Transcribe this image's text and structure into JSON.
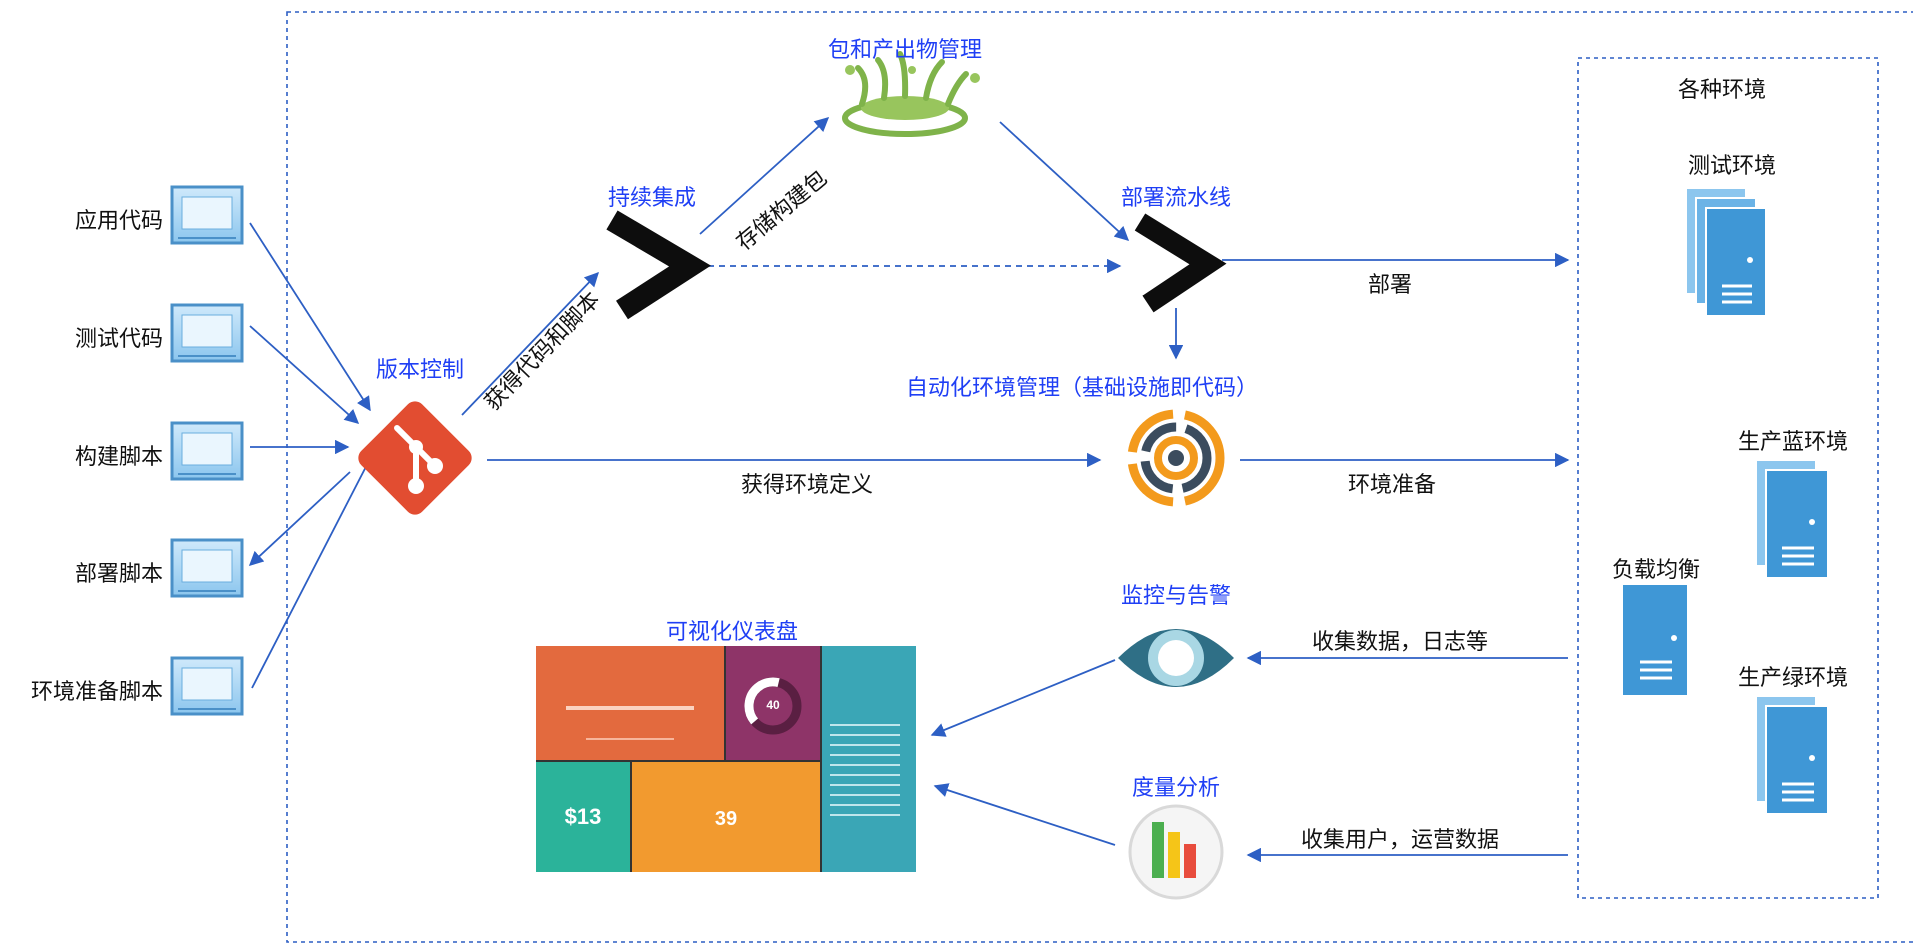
{
  "sources": [
    "应用代码",
    "测试代码",
    "构建脚本",
    "部署脚本",
    "环境准备脚本"
  ],
  "nodes": {
    "version_control": "版本控制",
    "ci": "持续集成",
    "artifact": "包和产出物管理",
    "pipeline": "部署流水线",
    "infra": "自动化环境管理（基础设施即代码）",
    "monitoring": "监控与告警",
    "metrics": "度量分析",
    "dashboard": "可视化仪表盘"
  },
  "edges": {
    "get_code": "获得代码和脚本",
    "store_package": "存储构建包",
    "deploy": "部署",
    "get_env_def": "获得环境定义",
    "env_prep": "环境准备",
    "collect_logs": "收集数据，日志等",
    "collect_users": "收集用户，运营数据"
  },
  "environments": {
    "title": "各种环境",
    "test": "测试环境",
    "prod_blue": "生产蓝环境",
    "prod_green": "生产绿环境",
    "lb": "负载均衡"
  },
  "dashboard_tiles": {
    "speed_value": "40",
    "money_value": "$13",
    "count_value": "39"
  },
  "colors": {
    "label_blue": "#1f3ff5",
    "arrow": "#2d5fc4",
    "git": "#e24d31",
    "server": "#3f97d6"
  }
}
